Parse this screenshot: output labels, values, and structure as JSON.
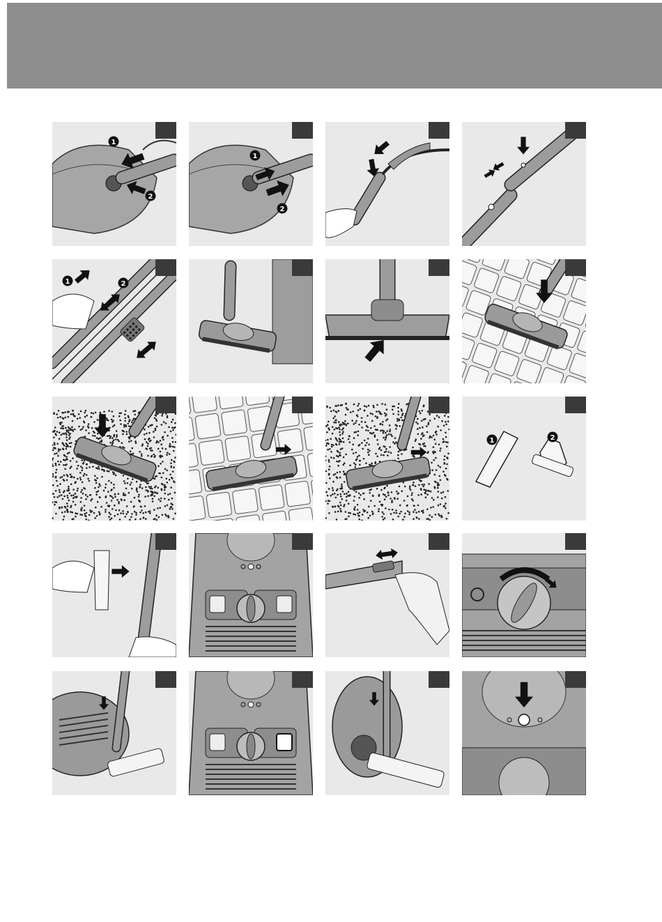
{
  "document": {
    "type": "illustrated-instruction-page",
    "header_band_color": "#8e8e8e",
    "panel_background": "#e9e9e9",
    "step_badge_color": "#3a3a3a",
    "step_panels": [
      {
        "id": 1,
        "scene": "connect-hose",
        "callouts": [
          "1",
          "2"
        ]
      },
      {
        "id": 2,
        "scene": "disconnect-hose",
        "callouts": [
          "1",
          "2"
        ]
      },
      {
        "id": 3,
        "scene": "attach-handle-to-tube",
        "callouts": []
      },
      {
        "id": 4,
        "scene": "tube-sections-push-button",
        "callouts": []
      },
      {
        "id": 5,
        "scene": "telescopic-tube-adjust",
        "callouts": [
          "1",
          "2"
        ]
      },
      {
        "id": 6,
        "scene": "nozzle-against-wall",
        "callouts": []
      },
      {
        "id": 7,
        "scene": "nozzle-front-view",
        "callouts": []
      },
      {
        "id": 8,
        "scene": "nozzle-hard-floor",
        "callouts": []
      },
      {
        "id": 9,
        "scene": "nozzle-carpet",
        "callouts": []
      },
      {
        "id": 10,
        "scene": "floor-nozzle-hard-floor-pedal",
        "callouts": []
      },
      {
        "id": 11,
        "scene": "floor-nozzle-carpet-pedal",
        "callouts": []
      },
      {
        "id": 12,
        "scene": "accessories",
        "callouts": [
          "1",
          "2"
        ]
      },
      {
        "id": 13,
        "scene": "accessory-on-tube",
        "callouts": []
      },
      {
        "id": 14,
        "scene": "appliance-top-panel",
        "callouts": []
      },
      {
        "id": 15,
        "scene": "handle-slide-control",
        "callouts": []
      },
      {
        "id": 16,
        "scene": "power-dial-rotate",
        "callouts": []
      },
      {
        "id": 17,
        "scene": "parking-horizontal",
        "callouts": []
      },
      {
        "id": 18,
        "scene": "appliance-top-panel-indicator",
        "callouts": []
      },
      {
        "id": 19,
        "scene": "parking-vertical",
        "callouts": []
      },
      {
        "id": 20,
        "scene": "cord-rewind-button",
        "callouts": []
      }
    ]
  }
}
